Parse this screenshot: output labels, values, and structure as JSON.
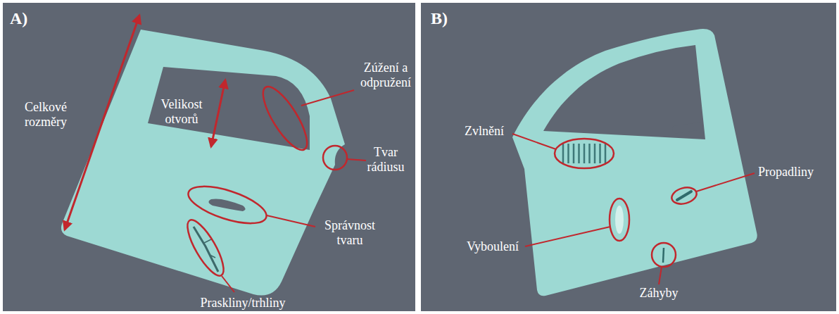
{
  "diagram": {
    "labels": [
      "A)",
      "Celkové rozměry",
      "Velikost otvorů",
      "Zúžení a odpružení",
      "Tvar rádiusu",
      "Správnost tvaru",
      "Praskliny/trhliny",
      "B)",
      "Zvlnění",
      "Propadliny",
      "Vyboulení",
      "Záhyby"
    ]
  }
}
